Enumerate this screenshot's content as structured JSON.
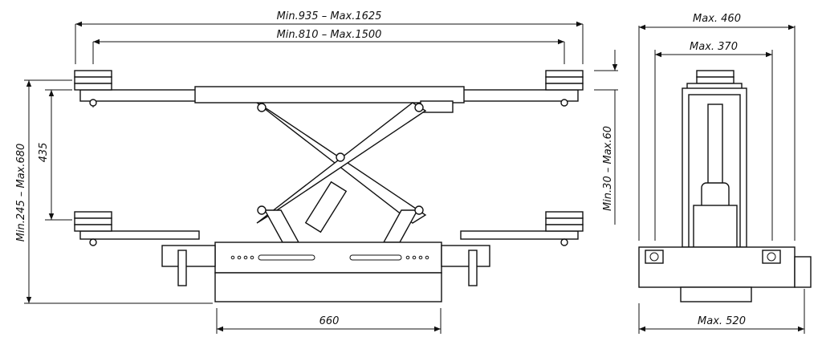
{
  "dimensions": {
    "overall_length": "Min.935  –  Max.1625",
    "pad_span": "Min.810  –  Max.1500",
    "height_range": "Min.245  –  Max.680",
    "scissor_height": "435",
    "extension_height": "Min.30  –  Max.60",
    "base_length": "660",
    "top_width": "Max. 460",
    "inner_width": "Max. 370",
    "base_width": "Max. 520"
  }
}
